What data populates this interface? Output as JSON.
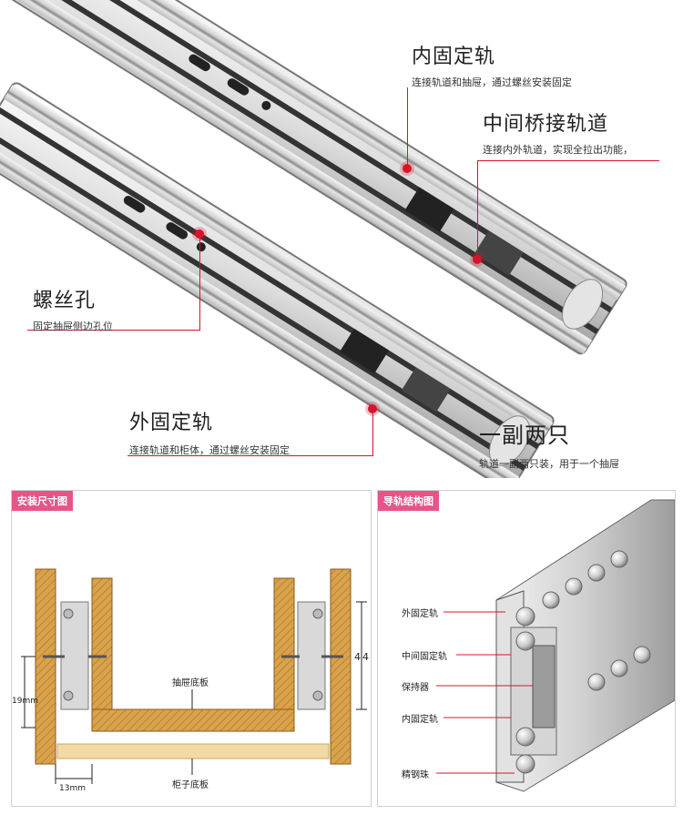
{
  "top": {
    "callouts": [
      {
        "title": "内固定轨",
        "sub": "连接轨道和抽屉，通过螺丝安装固定"
      },
      {
        "title": "中间桥接轨道",
        "sub": "连接内外轨道，实现全拉出功能，"
      },
      {
        "title": "螺丝孔",
        "sub": "固定抽屉侧边孔位"
      },
      {
        "title": "外固定轨",
        "sub": "连接轨道和柜体，通过螺丝安装固定"
      },
      {
        "title": "一副两只",
        "sub": "轨道一副两只装，用于一个抽屉"
      }
    ]
  },
  "left_panel": {
    "tag": "安装尺寸图",
    "labels": {
      "drawer_bottom": "抽屉底板",
      "cabinet_bottom": "柜子底板",
      "dim_19": "19mm",
      "dim_13": "13mm",
      "dim_44": "44"
    }
  },
  "right_panel": {
    "tag": "导轨结构图",
    "parts": [
      "外固定轨",
      "中间固定轨",
      "保持器",
      "内固定轨",
      "精钢珠"
    ]
  },
  "colors": {
    "accent": "#d8142b",
    "tag": "#e8548a",
    "wood": "#d9a24c"
  }
}
